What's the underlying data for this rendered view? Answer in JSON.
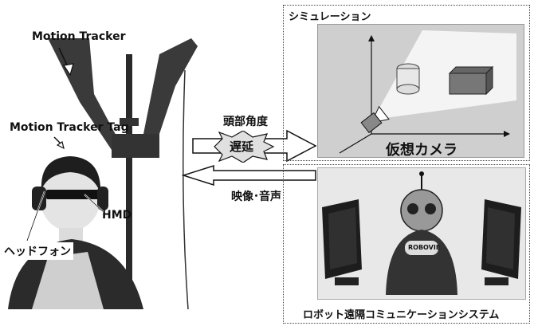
{
  "left": {
    "motion_tracker": "Motion Tracker",
    "motion_tracker_tag": "Motion Tracker Tag",
    "hmd": "HMD",
    "headphone": "ヘッドフォン"
  },
  "middle": {
    "head_angle": "頭部角度",
    "delay": "遅延",
    "video_audio": "映像･音声"
  },
  "simulation": {
    "title": "シミュレーション",
    "virtual_camera": "仮想カメラ"
  },
  "robot": {
    "title": "ロボット遠隔コミュニケーションシステム",
    "robot_label": "ROBOVIE"
  }
}
